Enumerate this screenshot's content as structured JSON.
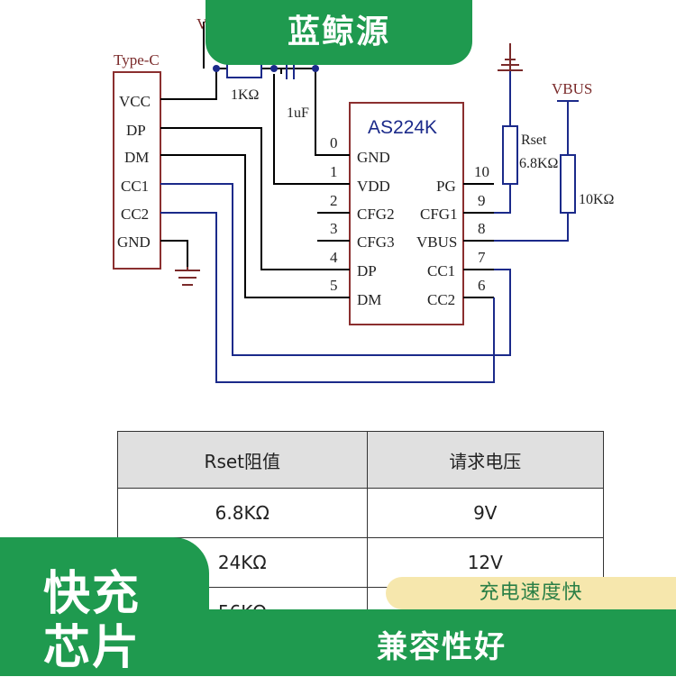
{
  "badge_top": "蓝鲸源",
  "connector": {
    "name": "Type-C",
    "pins": [
      "VCC",
      "DP",
      "DM",
      "CC1",
      "CC2",
      "GND"
    ]
  },
  "chip": {
    "name": "AS224K",
    "left_pins": [
      {
        "num": "0",
        "label": "GND"
      },
      {
        "num": "1",
        "label": "VDD"
      },
      {
        "num": "2",
        "label": "CFG2"
      },
      {
        "num": "3",
        "label": "CFG3"
      },
      {
        "num": "4",
        "label": "DP"
      },
      {
        "num": "5",
        "label": "DM"
      }
    ],
    "right_pins": [
      {
        "num": "10",
        "label": "PG"
      },
      {
        "num": "9",
        "label": "CFG1"
      },
      {
        "num": "8",
        "label": "VBUS"
      },
      {
        "num": "7",
        "label": "CC1"
      },
      {
        "num": "6",
        "label": "CC2"
      }
    ]
  },
  "components": {
    "r1": "1KΩ",
    "c1": "1uF",
    "rset_name": "Rset",
    "rset_value": "6.8KΩ",
    "r2": "10KΩ",
    "vbus": "VBUS",
    "v_partial": "V"
  },
  "table": {
    "headers": [
      "Rset阻值",
      "请求电压"
    ],
    "rows": [
      [
        "6.8KΩ",
        "9V"
      ],
      [
        "24KΩ",
        "12V"
      ],
      [
        "56KΩ",
        ""
      ]
    ]
  },
  "badge_left": [
    "快充",
    "芯片"
  ],
  "pill": "充电速度快",
  "bar_bottom": "兼容性好"
}
